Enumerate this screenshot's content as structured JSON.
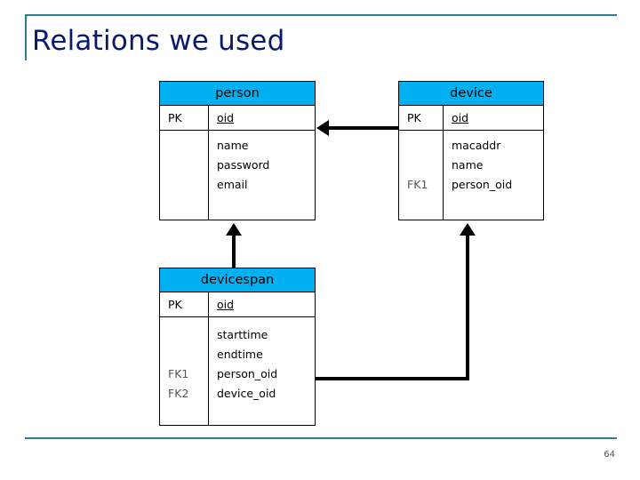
{
  "slide": {
    "title": "Relations we used",
    "number": "64",
    "accent_color": "#2b7f8f",
    "title_color": "#0a1a6b",
    "header_fill": "#00b0f0"
  },
  "entities": [
    {
      "id": "person",
      "name": "person",
      "pk_label": "PK",
      "pk_attr": "oid",
      "fk_labels": [],
      "attributes": [
        "name",
        "password",
        "email"
      ]
    },
    {
      "id": "device",
      "name": "device",
      "pk_label": "PK",
      "pk_attr": "oid",
      "fk_labels": [
        "FK1"
      ],
      "attributes": [
        "macaddr",
        "name",
        "person_oid"
      ]
    },
    {
      "id": "devicespan",
      "name": "devicespan",
      "pk_label": "PK",
      "pk_attr": "oid",
      "fk_labels": [
        "FK1",
        "FK2"
      ],
      "attributes": [
        "starttime",
        "endtime",
        "person_oid",
        "device_oid"
      ]
    }
  ],
  "relationships": [
    {
      "from": "device",
      "to": "person",
      "label": ""
    },
    {
      "from": "devicespan",
      "to": "person",
      "label": ""
    },
    {
      "from": "devicespan",
      "to": "device",
      "label": ""
    }
  ]
}
